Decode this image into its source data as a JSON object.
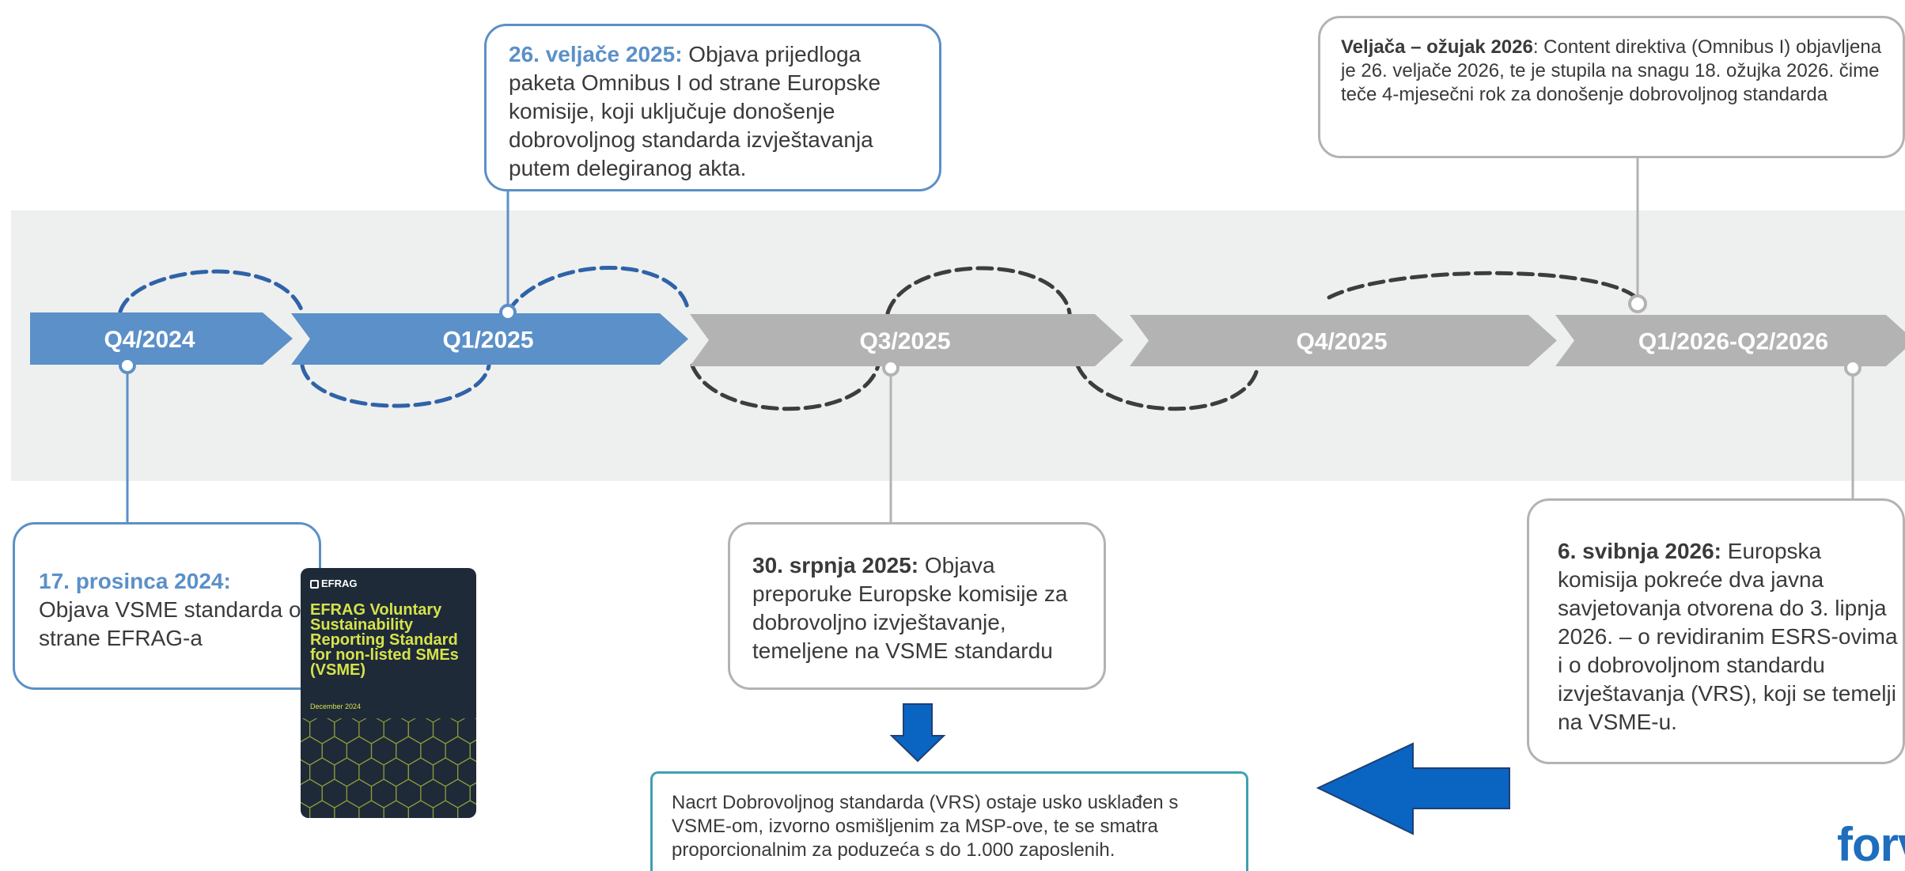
{
  "timeline": {
    "phases": [
      {
        "label": "Q4/2024",
        "color": "#5b90c8"
      },
      {
        "label": "Q1/2025",
        "color": "#5b90c8"
      },
      {
        "label": "Q3/2025",
        "color": "#b3b3b3"
      },
      {
        "label": "Q4/2025",
        "color": "#b3b3b3"
      },
      {
        "label": "Q1/2026-Q2/2026",
        "color": "#b3b3b3"
      }
    ]
  },
  "events": {
    "dec2024": {
      "date": "17. prosinca 2024:",
      "text": "Objava VSME standarda od strane EFRAG-a"
    },
    "feb2025": {
      "date": "26. veljače 2025:",
      "text": " Objava prijedloga paketa Omnibus I od strane Europske komisije, koji uključuje donošenje dobrovoljnog standarda izvještavanja putem delegiranog akta."
    },
    "jul2025": {
      "date": "30. srpnja 2025:",
      "text": " Objava preporuke Europske komisije za dobrovoljno izvještavanje, temeljene na VSME standardu"
    },
    "feb_mar2026": {
      "date": "Veljača – ožujak 2026",
      "text": ": Content direktiva (Omnibus I) objavljena je 26. veljače 2026, te je stupila na snagu 18. ožujka 2026. čime teče 4-mjesečni rok za donošenje dobrovoljnog standarda"
    },
    "may2026": {
      "date": "6. svibnja 2026:",
      "text": " Europska komisija pokreće dva javna savjetovanja otvorena do 3. lipnja 2026. – o revidiranim ESRS-ovima i o dobrovoljnom standardu izvještavanja (VRS), koji se temelji na VSME-u."
    }
  },
  "note": {
    "text": "Nacrt Dobrovoljnog standarda (VRS) ostaje usko usklađen s VSME-om, izvorno osmišljenim za MSP-ove, te se smatra proporcionalnim za poduzeća s do 1.000 zaposlenih."
  },
  "cover": {
    "brand": "EFRAG",
    "title": "EFRAG Voluntary Sustainability Reporting Standard for non-listed SMEs (VSME)",
    "date": "December 2024"
  },
  "logo": {
    "text": "forvis"
  },
  "colors": {
    "blue": "#5b90c8",
    "grey": "#b3b3b3",
    "dark_dash": "#3d3d3d",
    "arrow_blue": "#0a64c2",
    "band": "#eeefef",
    "teal": "#3fa0b2",
    "cover_bg": "#1e2a38",
    "cover_accent": "#d6e34a"
  }
}
